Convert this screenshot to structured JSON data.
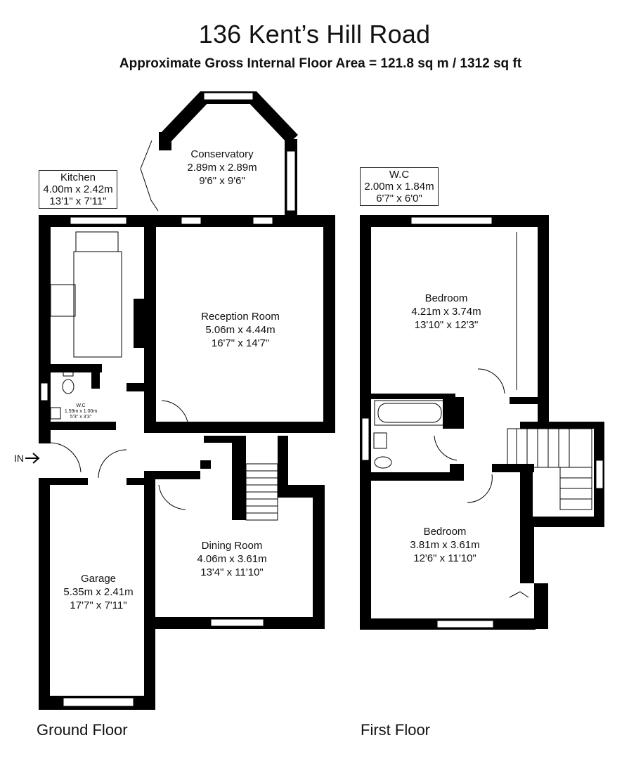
{
  "header": {
    "title": "136 Kent’s Hill Road",
    "area": "Approximate Gross Internal Floor Area  = 121.8 sq m  / 1312 sq ft"
  },
  "entrance_label": "IN",
  "ground_floor": {
    "label": "Ground Floor",
    "rooms": {
      "conservatory": {
        "name": "Conservatory",
        "metric": "2.89m x 2.89m",
        "imperial": "9'6\" x 9'6\""
      },
      "kitchen": {
        "name": "Kitchen",
        "metric": "4.00m x 2.42m",
        "imperial": "13'1\" x 7'11\""
      },
      "reception": {
        "name": "Reception Room",
        "metric": "5.06m x 4.44m",
        "imperial": "16'7\" x 14'7\""
      },
      "wc": {
        "name": "W.C",
        "metric": "1.59m x 1.00m",
        "imperial": "5'3\" x 3'3\""
      },
      "dining": {
        "name": "Dining Room",
        "metric": "4.06m x 3.61m",
        "imperial": "13'4\" x 11'10\""
      },
      "garage": {
        "name": "Garage",
        "metric": "5.35m x 2.41m",
        "imperial": "17'7\" x 7'11\""
      }
    }
  },
  "first_floor": {
    "label": "First Floor",
    "rooms": {
      "wc": {
        "name": "W.C",
        "metric": "2.00m x 1.84m",
        "imperial": "6'7\" x 6'0\""
      },
      "bedroom1": {
        "name": "Bedroom",
        "metric": "4.21m x 3.74m",
        "imperial": "13'10\" x 12'3\""
      },
      "bedroom2": {
        "name": "Bedroom",
        "metric": "3.81m x 3.61m",
        "imperial": "12'6\" x 11'10\""
      }
    }
  },
  "colors": {
    "wall": "#000000",
    "window": "#ffffff",
    "background": "#ffffff"
  }
}
